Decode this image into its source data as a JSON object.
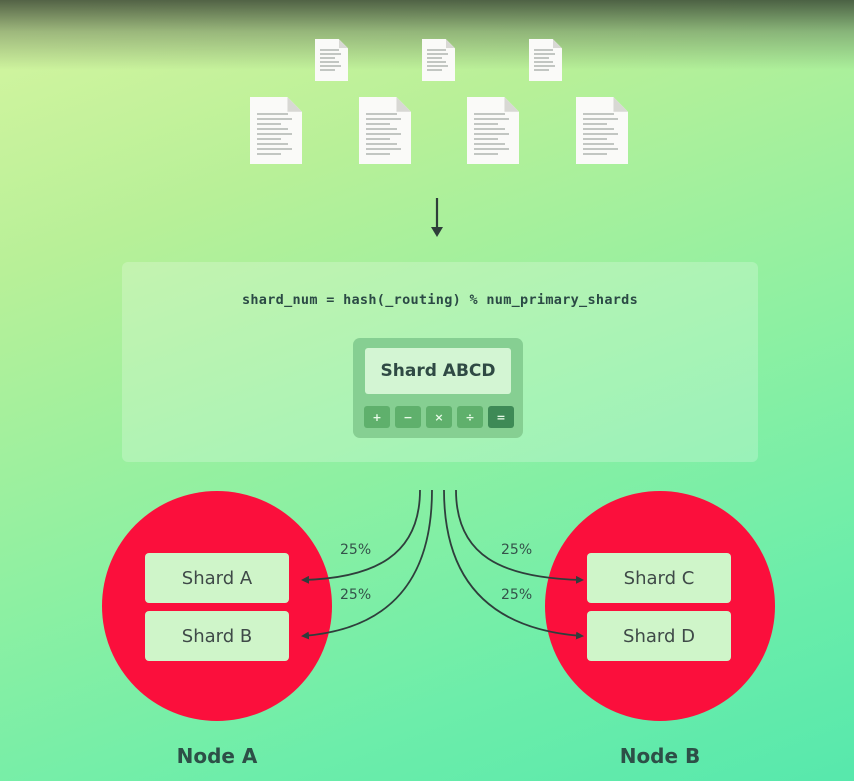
{
  "formula": "shard_num = hash(_routing) % num_primary_shards",
  "calculator": {
    "display": "Shard ABCD",
    "keys": [
      "+",
      "−",
      "×",
      "÷",
      "="
    ]
  },
  "nodes": [
    {
      "label": "Node A",
      "shards": [
        "Shard A",
        "Shard B"
      ]
    },
    {
      "label": "Node B",
      "shards": [
        "Shard C",
        "Shard D"
      ]
    }
  ],
  "distribution": [
    {
      "target": "Shard A",
      "percent": "25%"
    },
    {
      "target": "Shard B",
      "percent": "25%"
    },
    {
      "target": "Shard C",
      "percent": "25%"
    },
    {
      "target": "Shard D",
      "percent": "25%"
    }
  ],
  "icons": {
    "document": "document-icon",
    "flow": "arrow-down-icon"
  },
  "colors": {
    "node": "#fb0f3c",
    "shard_box": "#cff5c9",
    "calculator": "#86cf92",
    "text_dark": "#2d4f47"
  }
}
